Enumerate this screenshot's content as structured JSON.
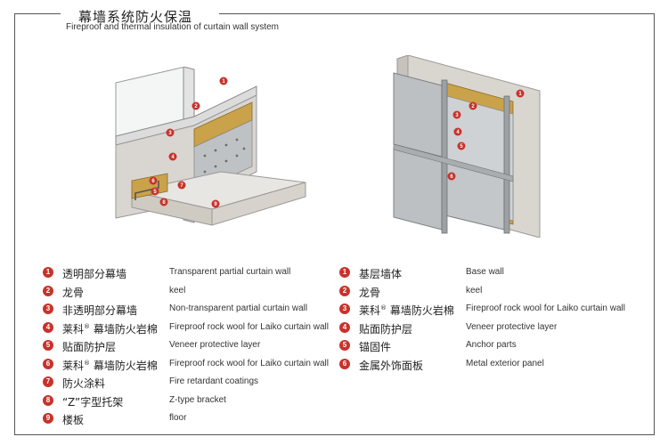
{
  "header": {
    "title_zh": "幕墙系统防火保温",
    "title_en": "Fireproof and thermal insulation of curtain wall system"
  },
  "colors": {
    "marker": "#c8322b",
    "wool": "#c9a24a",
    "board": "#d7d3cc"
  },
  "left_legend": [
    {
      "num": "1",
      "zh": "透明部分幕墙",
      "en": "Transparent partial curtain wall"
    },
    {
      "num": "2",
      "zh": "龙骨",
      "en": "keel"
    },
    {
      "num": "3",
      "zh": "非透明部分幕墙",
      "en": "Non-transparent partial curtain wall"
    },
    {
      "num": "4",
      "zh_pre": "莱科",
      "zh_sup": "®",
      "zh": "幕墙防火岩棉",
      "en": "Fireproof rock wool for Laiko curtain wall"
    },
    {
      "num": "5",
      "zh": "贴面防护层",
      "en": "Veneer protective layer"
    },
    {
      "num": "6",
      "zh_pre": "莱科",
      "zh_sup": "®",
      "zh": "幕墙防火岩棉",
      "en": "Fireproof rock wool for Laiko curtain wall"
    },
    {
      "num": "7",
      "zh": "防火涂料",
      "en": "Fire retardant coatings"
    },
    {
      "num": "8",
      "zh": "“Z”字型托架",
      "en": "Z-type bracket"
    },
    {
      "num": "9",
      "zh": "楼板",
      "en": "floor"
    }
  ],
  "right_legend": [
    {
      "num": "1",
      "zh": "基层墙体",
      "en": "Base wall"
    },
    {
      "num": "2",
      "zh": "龙骨",
      "en": "keel"
    },
    {
      "num": "3",
      "zh_pre": "莱科",
      "zh_sup": "®",
      "zh": "幕墙防火岩棉",
      "en": "Fireproof rock wool for Laiko curtain wall"
    },
    {
      "num": "4",
      "zh": "贴面防护层",
      "en": "Veneer protective layer"
    },
    {
      "num": "5",
      "zh": "锚固件",
      "en": "Anchor parts"
    },
    {
      "num": "6",
      "zh": "金属外饰面板",
      "en": "Metal exterior panel"
    }
  ]
}
